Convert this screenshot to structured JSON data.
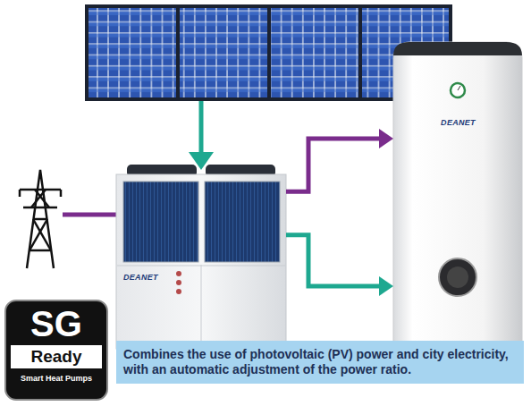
{
  "diagram": {
    "caption": "Combines the use of photovoltaic (PV) power and city electricity, with an automatic adjustment of the power ratio.",
    "nodes": [
      {
        "text": [
          "DEANET"
        ]
      },
      {
        "text": [
          "DEANET"
        ]
      },
      {
        "text": [
          "SG",
          "Ready",
          "Smart Heat Pumps"
        ]
      }
    ],
    "edges": [
      {
        "from": 0,
        "to": 1,
        "arrow": "to"
      },
      {
        "from": 0,
        "to": 1,
        "arrow": "to"
      }
    ]
  }
}
